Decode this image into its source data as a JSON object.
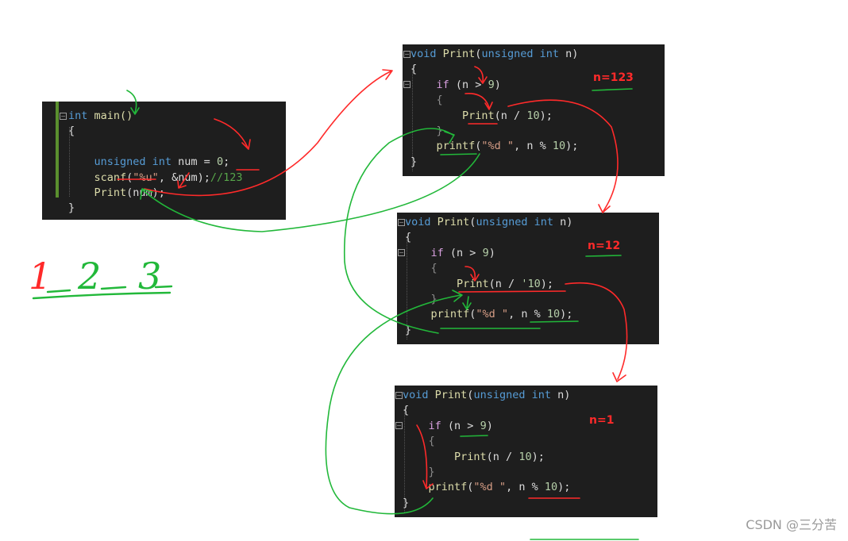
{
  "main_panel": {
    "lines": [
      [
        {
          "t": "int",
          "c": "kw"
        },
        {
          "t": " main()",
          "c": "fn"
        }
      ],
      [
        {
          "t": "{",
          "c": "op"
        }
      ],
      [
        {
          "t": "",
          "c": "op"
        }
      ],
      [
        {
          "t": "    unsigned int",
          "c": "kw"
        },
        {
          "t": " num = ",
          "c": "op"
        },
        {
          "t": "0",
          "c": "num"
        },
        {
          "t": ";",
          "c": "op"
        }
      ],
      [
        {
          "t": "    scanf",
          "c": "fn"
        },
        {
          "t": "(",
          "c": "op"
        },
        {
          "t": "\"%u\"",
          "c": "str"
        },
        {
          "t": ", &num);",
          "c": "op"
        },
        {
          "t": "//123",
          "c": "cmt"
        }
      ],
      [
        {
          "t": "    Print",
          "c": "fn"
        },
        {
          "t": "(num);",
          "c": "op"
        }
      ],
      [
        {
          "t": "}",
          "c": "op"
        }
      ]
    ]
  },
  "print_panels": [
    {
      "annotation": "n=123",
      "lines": [
        [
          {
            "t": "void",
            "c": "kw"
          },
          {
            "t": " Print",
            "c": "fn"
          },
          {
            "t": "(",
            "c": "op"
          },
          {
            "t": "unsigned int",
            "c": "kw"
          },
          {
            "t": " n)",
            "c": "op"
          }
        ],
        [
          {
            "t": "{",
            "c": "op"
          }
        ],
        [
          {
            "t": "    if",
            "c": "kwc"
          },
          {
            "t": " (n > ",
            "c": "op"
          },
          {
            "t": "9",
            "c": "num"
          },
          {
            "t": ")",
            "c": "op"
          }
        ],
        [
          {
            "t": "    {",
            "c": "dim"
          }
        ],
        [
          {
            "t": "        Print",
            "c": "fn"
          },
          {
            "t": "(n / ",
            "c": "op"
          },
          {
            "t": "10",
            "c": "num"
          },
          {
            "t": ");",
            "c": "op"
          }
        ],
        [
          {
            "t": "    }",
            "c": "dim"
          }
        ],
        [
          {
            "t": "    printf",
            "c": "fn"
          },
          {
            "t": "(",
            "c": "op"
          },
          {
            "t": "\"%d \"",
            "c": "str"
          },
          {
            "t": ", n % ",
            "c": "op"
          },
          {
            "t": "10",
            "c": "num"
          },
          {
            "t": ");",
            "c": "op"
          }
        ],
        [
          {
            "t": "}",
            "c": "op"
          }
        ]
      ]
    },
    {
      "annotation": "n=12",
      "lines": [
        [
          {
            "t": "void",
            "c": "kw"
          },
          {
            "t": " Print",
            "c": "fn"
          },
          {
            "t": "(",
            "c": "op"
          },
          {
            "t": "unsigned int",
            "c": "kw"
          },
          {
            "t": " n)",
            "c": "op"
          }
        ],
        [
          {
            "t": "{",
            "c": "op"
          }
        ],
        [
          {
            "t": "    if",
            "c": "kwc"
          },
          {
            "t": " (n > ",
            "c": "op"
          },
          {
            "t": "9",
            "c": "num"
          },
          {
            "t": ")",
            "c": "op"
          }
        ],
        [
          {
            "t": "    {",
            "c": "dim"
          }
        ],
        [
          {
            "t": "        Print",
            "c": "fn"
          },
          {
            "t": "(n / ",
            "c": "op"
          },
          {
            "t": "'10",
            "c": "num"
          },
          {
            "t": ");",
            "c": "op"
          }
        ],
        [
          {
            "t": "    }",
            "c": "dim"
          }
        ],
        [
          {
            "t": "    printf",
            "c": "fn"
          },
          {
            "t": "(",
            "c": "op"
          },
          {
            "t": "\"%d \"",
            "c": "str"
          },
          {
            "t": ", n % ",
            "c": "op"
          },
          {
            "t": "10",
            "c": "num"
          },
          {
            "t": ");",
            "c": "op"
          }
        ],
        [
          {
            "t": "}",
            "c": "op"
          }
        ]
      ]
    },
    {
      "annotation": "n=1",
      "lines": [
        [
          {
            "t": "void",
            "c": "kw"
          },
          {
            "t": " Print",
            "c": "fn"
          },
          {
            "t": "(",
            "c": "op"
          },
          {
            "t": "unsigned int",
            "c": "kw"
          },
          {
            "t": " n)",
            "c": "op"
          }
        ],
        [
          {
            "t": "{",
            "c": "op"
          }
        ],
        [
          {
            "t": "    if",
            "c": "kwc"
          },
          {
            "t": " (n > ",
            "c": "op"
          },
          {
            "t": "9",
            "c": "num"
          },
          {
            "t": ")",
            "c": "op"
          }
        ],
        [
          {
            "t": "    {",
            "c": "dim"
          }
        ],
        [
          {
            "t": "        Print",
            "c": "fn"
          },
          {
            "t": "(n / ",
            "c": "op"
          },
          {
            "t": "10",
            "c": "num"
          },
          {
            "t": ");",
            "c": "op"
          }
        ],
        [
          {
            "t": "    }",
            "c": "dim"
          }
        ],
        [
          {
            "t": "    printf",
            "c": "fn"
          },
          {
            "t": "(",
            "c": "op"
          },
          {
            "t": "\"%d \"",
            "c": "str"
          },
          {
            "t": ", n % ",
            "c": "op"
          },
          {
            "t": "10",
            "c": "num"
          },
          {
            "t": ");",
            "c": "op"
          }
        ],
        [
          {
            "t": "}",
            "c": "op"
          }
        ]
      ]
    }
  ],
  "output_digits": [
    "1",
    "2",
    "3"
  ],
  "watermark": "CSDN @三分苦",
  "colors": {
    "annotation_red": "#ff2a2a",
    "annotation_green": "#22b83a",
    "editor_bg": "#1e1e1e"
  }
}
